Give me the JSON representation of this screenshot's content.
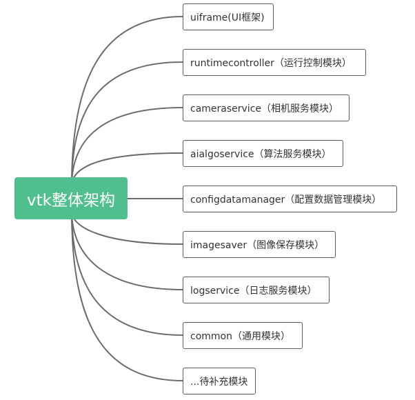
{
  "mindmap": {
    "root": {
      "label": "vtk整体架构",
      "color": "#4fc08d"
    },
    "branch_color": "#6b6b6b",
    "children": [
      {
        "label": "uiframe(UI框架)"
      },
      {
        "label": "runtimecontroller（运行控制模块）"
      },
      {
        "label": "cameraservice（相机服务模块）"
      },
      {
        "label": "aialgoservice（算法服务模块）"
      },
      {
        "label": "configdatamanager（配置数据管理模块）"
      },
      {
        "label": "imagesaver（图像保存模块）"
      },
      {
        "label": "logservice（日志服务模块）"
      },
      {
        "label": "common（通用模块）"
      },
      {
        "label": "...待补充模块"
      }
    ]
  }
}
